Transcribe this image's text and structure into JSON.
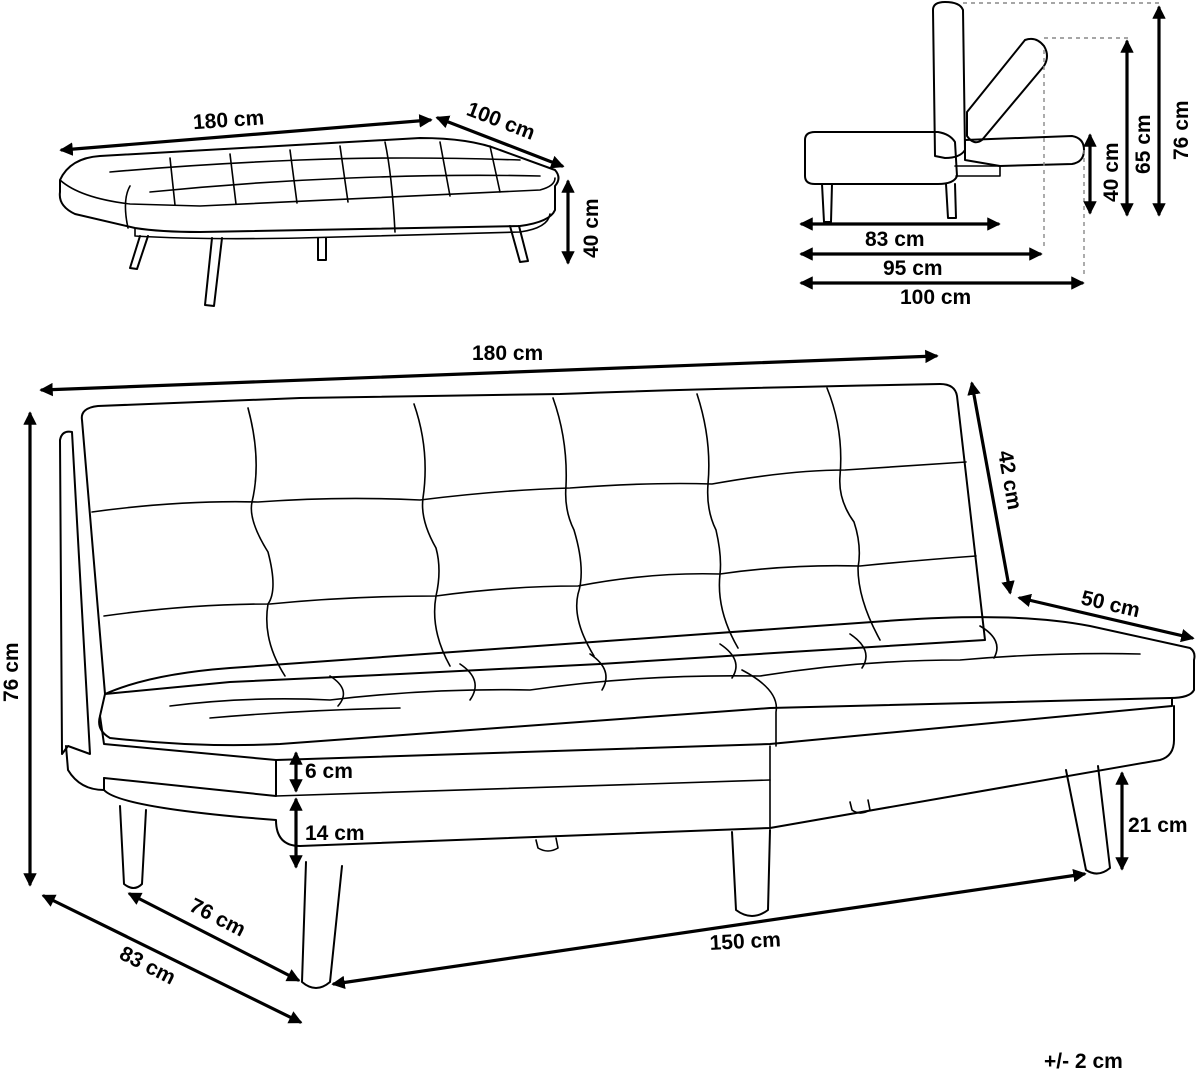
{
  "bed_view": {
    "width_label": "180 cm",
    "depth_label": "100 cm",
    "height_label": "40 cm"
  },
  "side_view": {
    "seat_depth_label": "83 cm",
    "mid_depth_label": "95 cm",
    "total_depth_label": "100 cm",
    "seat_height_label": "40 cm",
    "recline_height_label": "65 cm",
    "total_height_label": "76 cm"
  },
  "sofa_view": {
    "width_label": "180 cm",
    "backrest_height_label": "42 cm",
    "seat_depth_label": "50 cm",
    "total_height_label": "76 cm",
    "cushion_thickness_label": "6 cm",
    "base_thickness_label": "14 cm",
    "leg_height_label": "21 cm",
    "inner_depth_label": "76 cm",
    "total_depth_label": "83 cm",
    "leg_span_label": "150 cm"
  },
  "tolerance_note": "+/- 2 cm"
}
